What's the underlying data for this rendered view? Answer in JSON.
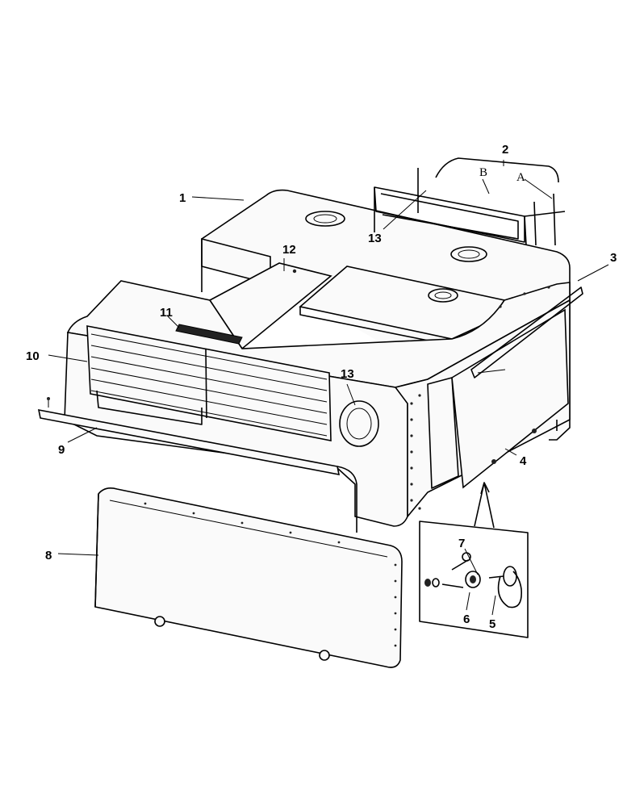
{
  "labels": {
    "l1": "1",
    "l2": "2",
    "l3": "3",
    "l4": "4",
    "l5": "5",
    "l6": "6",
    "l7": "7",
    "l8": "8",
    "l9": "9",
    "l10": "10",
    "l11": "11",
    "l12": "12",
    "l13a": "13",
    "l13b": "13",
    "lA": "A",
    "lB": "B"
  }
}
